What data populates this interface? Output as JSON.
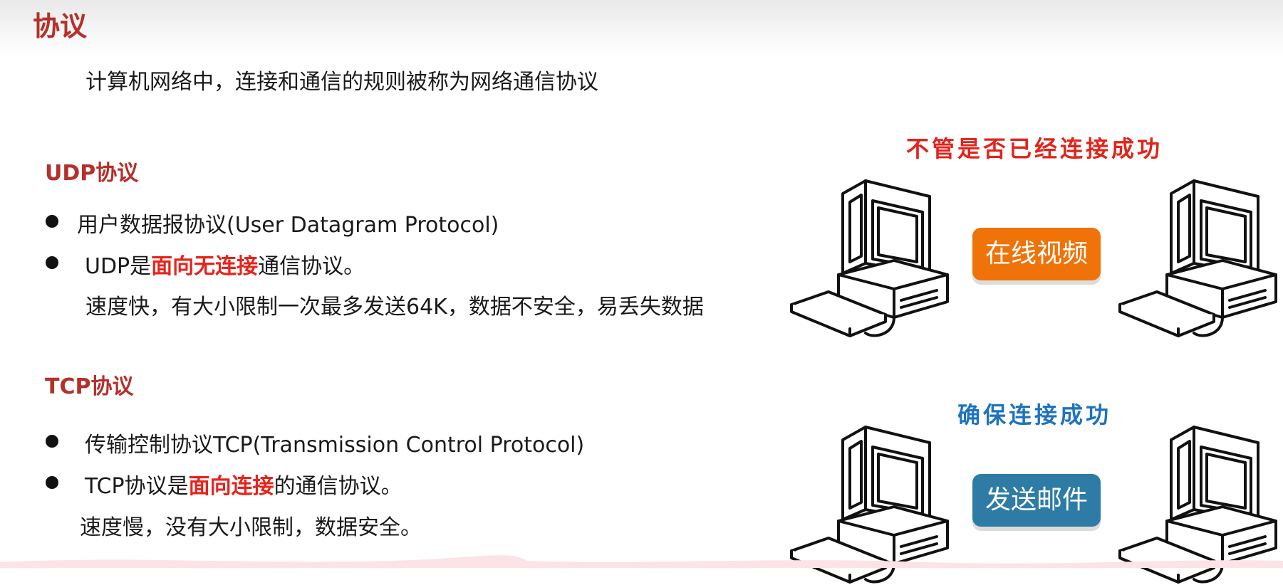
{
  "slide": {
    "title": "协议",
    "intro": "计算机网络中，连接和通信的规则被称为网络通信协议"
  },
  "udp": {
    "heading": "UDP协议",
    "bullet1": "用户数据报协议(User Datagram Protocol)",
    "bullet2_prefix": "UDP是",
    "bullet2_highlight": "面向无连接",
    "bullet2_suffix": "通信协议。",
    "detail": "速度快，有大小限制一次最多发送64K，数据不安全，易丢失数据"
  },
  "tcp": {
    "heading": "TCP协议",
    "bullet1": "传输控制协议TCP(Transmission Control Protocol)",
    "bullet2_prefix": "TCP协议是",
    "bullet2_highlight": "面向连接",
    "bullet2_suffix": "的通信协议。",
    "detail": "速度慢，没有大小限制，数据安全。"
  },
  "diagram_top": {
    "caption": "不管是否已经连接成功",
    "label": "在线视频",
    "caption_color": "#e2231a",
    "label_color": "#ef7308"
  },
  "diagram_bottom": {
    "caption": "确保连接成功",
    "label": "发送邮件",
    "caption_color": "#1e73be",
    "label_color": "#2e7ca6"
  },
  "icons": [
    "computer-icon",
    "bullet-dot-icon"
  ],
  "colors": {
    "title": "#b5302b",
    "highlight": "#e8231c"
  }
}
